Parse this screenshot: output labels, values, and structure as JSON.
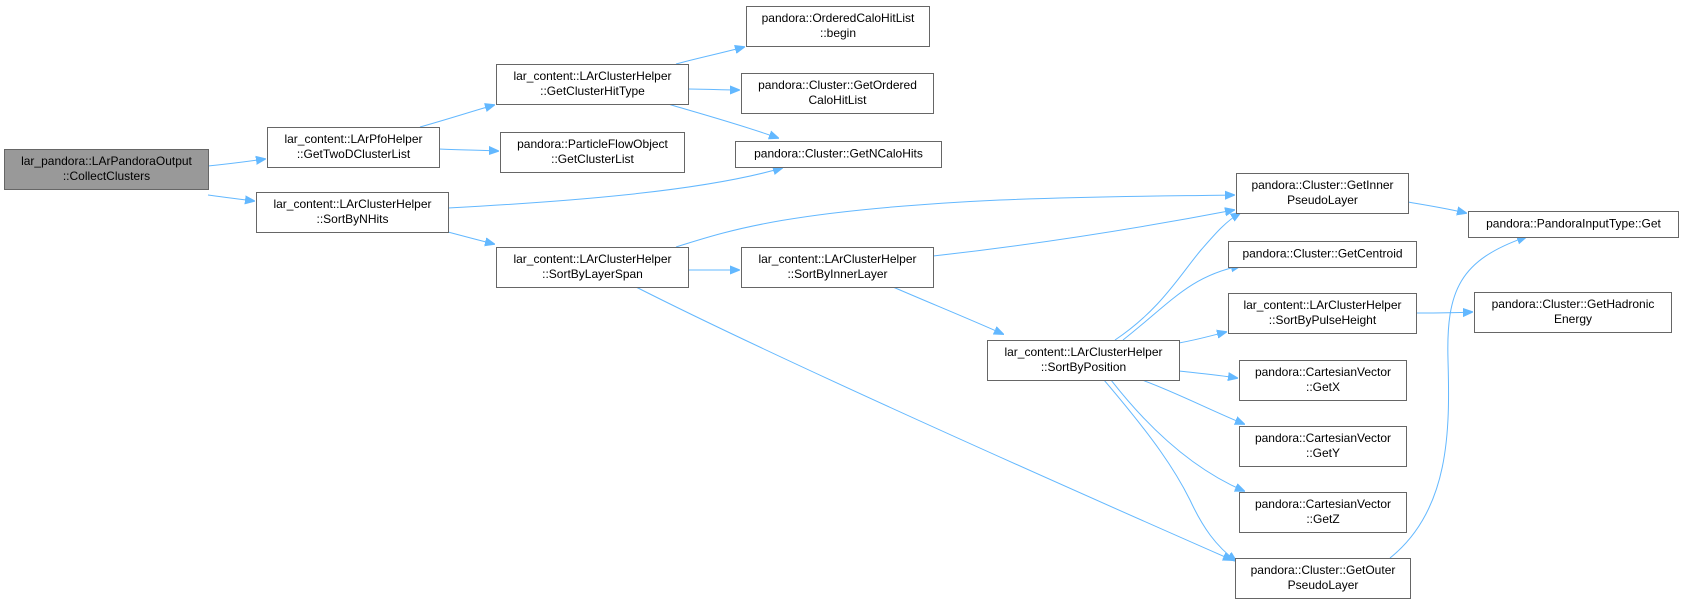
{
  "colors": {
    "edge": "#63b8ff",
    "node_border": "#666666",
    "node_fill": "#ffffff",
    "root_fill": "#999999"
  },
  "nodes": [
    {
      "id": "collect",
      "lines": [
        "lar_pandora::LArPandoraOutput",
        "::CollectClusters"
      ],
      "root": true
    },
    {
      "id": "twod",
      "lines": [
        "lar_content::LArPfoHelper",
        "::GetTwoDClusterList"
      ]
    },
    {
      "id": "sortnhits",
      "lines": [
        "lar_content::LArClusterHelper",
        "::SortByNHits"
      ]
    },
    {
      "id": "hittype",
      "lines": [
        "lar_content::LArClusterHelper",
        "::GetClusterHitType"
      ]
    },
    {
      "id": "pfoclist",
      "lines": [
        "pandora::ParticleFlowObject",
        "::GetClusterList"
      ]
    },
    {
      "id": "layerspan",
      "lines": [
        "lar_content::LArClusterHelper",
        "::SortByLayerSpan"
      ]
    },
    {
      "id": "begin",
      "lines": [
        "pandora::OrderedCaloHitList",
        "::begin"
      ]
    },
    {
      "id": "ordered",
      "lines": [
        "pandora::Cluster::GetOrdered",
        "CaloHitList"
      ]
    },
    {
      "id": "ncalo",
      "lines": [
        "pandora::Cluster::GetNCaloHits"
      ]
    },
    {
      "id": "innerlayer",
      "lines": [
        "lar_content::LArClusterHelper",
        "::SortByInnerLayer"
      ]
    },
    {
      "id": "position",
      "lines": [
        "lar_content::LArClusterHelper",
        "::SortByPosition"
      ]
    },
    {
      "id": "getinner",
      "lines": [
        "pandora::Cluster::GetInner",
        "PseudoLayer"
      ]
    },
    {
      "id": "centroid",
      "lines": [
        "pandora::Cluster::GetCentroid"
      ]
    },
    {
      "id": "pulse",
      "lines": [
        "lar_content::LArClusterHelper",
        "::SortByPulseHeight"
      ]
    },
    {
      "id": "getx",
      "lines": [
        "pandora::CartesianVector",
        "::GetX"
      ]
    },
    {
      "id": "gety",
      "lines": [
        "pandora::CartesianVector",
        "::GetY"
      ]
    },
    {
      "id": "getz",
      "lines": [
        "pandora::CartesianVector",
        "::GetZ"
      ]
    },
    {
      "id": "getouter",
      "lines": [
        "pandora::Cluster::GetOuter",
        "PseudoLayer"
      ]
    },
    {
      "id": "inputget",
      "lines": [
        "pandora::PandoraInputType::Get"
      ]
    },
    {
      "id": "hadronic",
      "lines": [
        "pandora::Cluster::GetHadronic",
        "Energy"
      ]
    }
  ],
  "edges": [
    {
      "from": "collect",
      "to": "twod"
    },
    {
      "from": "collect",
      "to": "sortnhits"
    },
    {
      "from": "twod",
      "to": "hittype"
    },
    {
      "from": "twod",
      "to": "pfoclist"
    },
    {
      "from": "hittype",
      "to": "begin"
    },
    {
      "from": "hittype",
      "to": "ordered"
    },
    {
      "from": "hittype",
      "to": "ncalo"
    },
    {
      "from": "sortnhits",
      "to": "ncalo"
    },
    {
      "from": "sortnhits",
      "to": "layerspan"
    },
    {
      "from": "layerspan",
      "to": "getinner"
    },
    {
      "from": "layerspan",
      "to": "innerlayer"
    },
    {
      "from": "layerspan",
      "to": "getouter"
    },
    {
      "from": "innerlayer",
      "to": "getinner"
    },
    {
      "from": "innerlayer",
      "to": "position"
    },
    {
      "from": "position",
      "to": "getinner"
    },
    {
      "from": "position",
      "to": "centroid"
    },
    {
      "from": "position",
      "to": "pulse"
    },
    {
      "from": "position",
      "to": "getx"
    },
    {
      "from": "position",
      "to": "gety"
    },
    {
      "from": "position",
      "to": "getz"
    },
    {
      "from": "position",
      "to": "getouter"
    },
    {
      "from": "getinner",
      "to": "inputget"
    },
    {
      "from": "pulse",
      "to": "hadronic"
    },
    {
      "from": "getouter",
      "to": "inputget"
    }
  ]
}
